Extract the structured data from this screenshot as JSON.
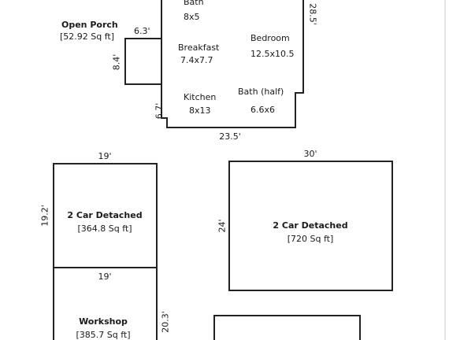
{
  "porch": {
    "name": "Open Porch",
    "area": "[52.92 Sq ft]",
    "dim_width": "6.3'",
    "dim_height": "8.4'"
  },
  "house": {
    "dim_right": "28.5'",
    "dim_bottom": "23.5'",
    "dim_left_lower": "6.7'",
    "rooms": [
      {
        "name": "Bath",
        "size": "8x5"
      },
      {
        "name": "Breakfast",
        "size": "7.4x7.7"
      },
      {
        "name": "Bedroom",
        "size": "12.5x10.5"
      },
      {
        "name": "Kitchen",
        "size": "8x13"
      },
      {
        "name": "Bath (half)",
        "size": "6.6x6"
      }
    ]
  },
  "garage_small": {
    "name": "2 Car Detached",
    "area": "[364.8 Sq ft]",
    "dim_width": "19'",
    "dim_height": "19.2'"
  },
  "workshop": {
    "name": "Workshop",
    "area": "[385.7 Sq ft]",
    "dim_width": "19'",
    "dim_height": "20.3'"
  },
  "garage_large": {
    "name": "2 Car Detached",
    "area": "[720 Sq ft]",
    "dim_width": "30'",
    "dim_height": "24'"
  }
}
